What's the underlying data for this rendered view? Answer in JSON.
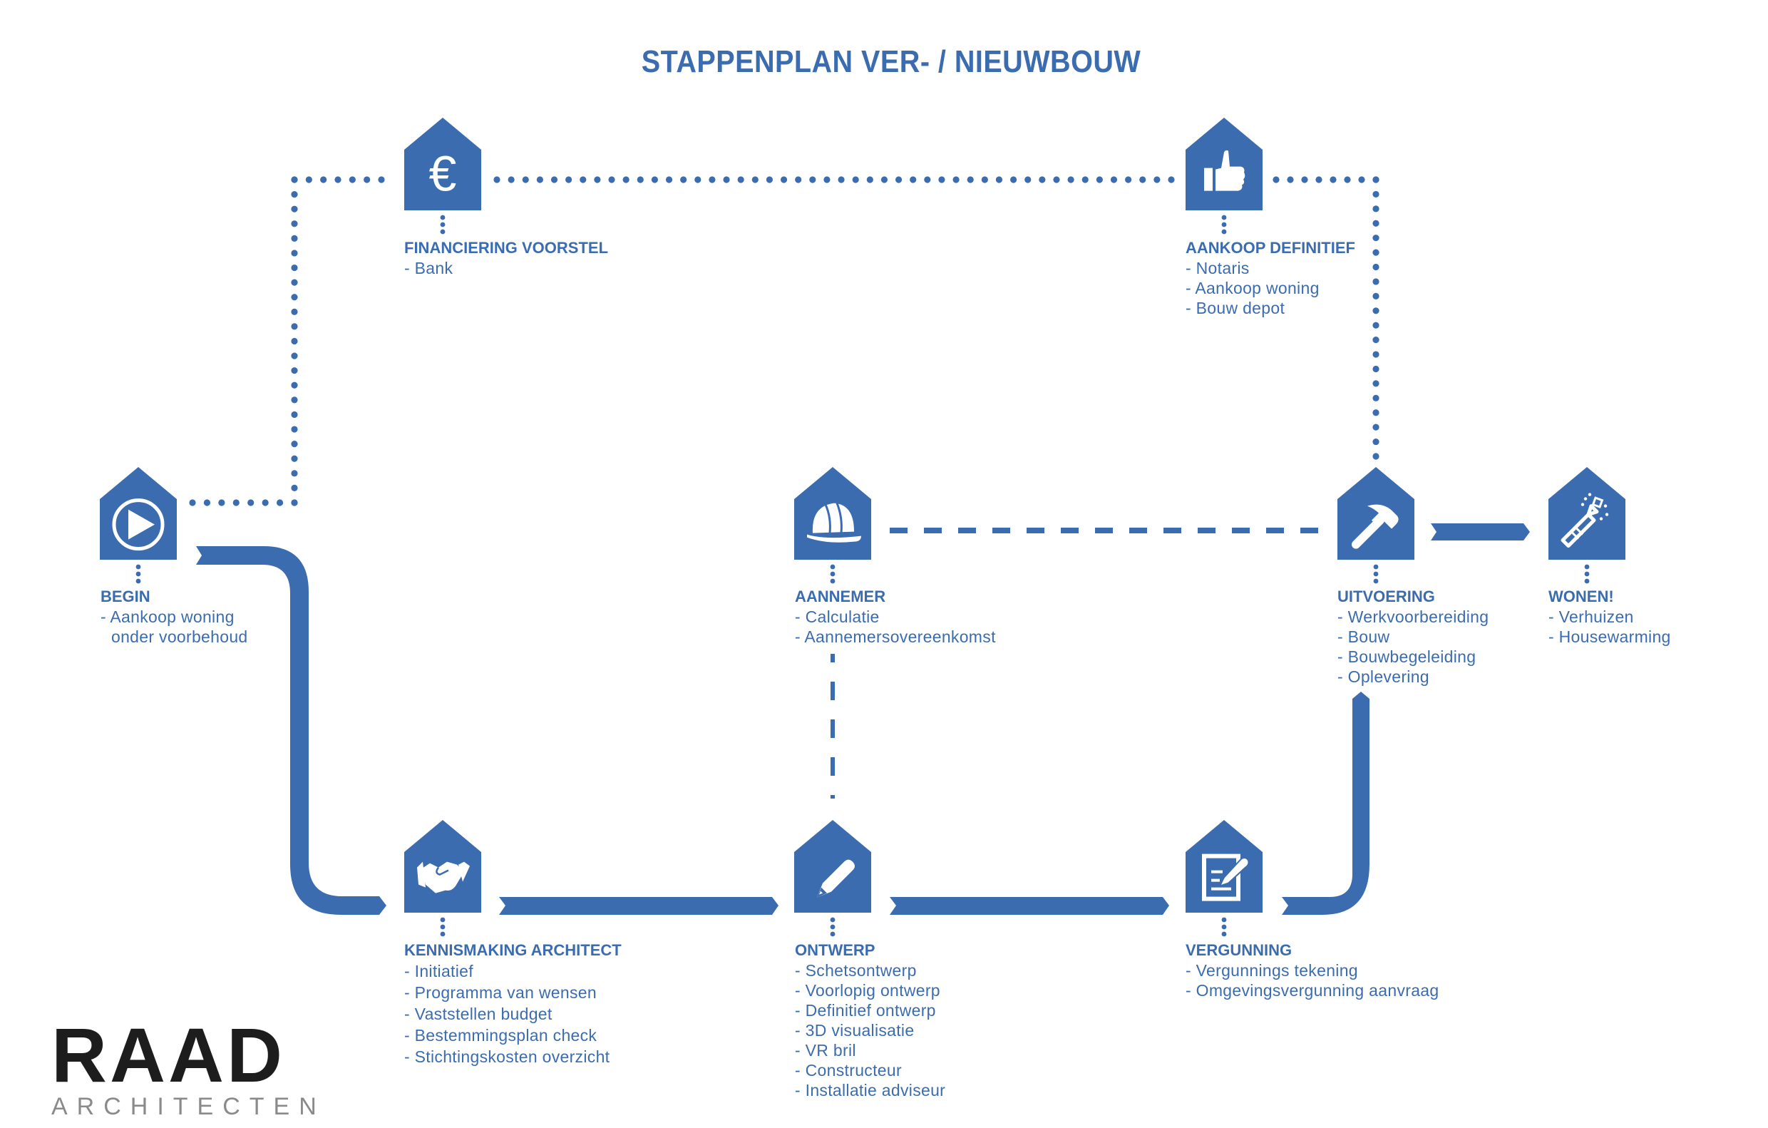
{
  "title": "STAPPENPLAN VER- / NIEUWBOUW",
  "colors": {
    "accent": "#3b6cb0",
    "icon": "#ffffff",
    "logo_dark": "#1d1d1d",
    "logo_grey": "#8a8a8a"
  },
  "steps": [
    {
      "id": "begin",
      "icon": "play-icon",
      "heading": "BEGIN",
      "items": [
        "- Aankoop woning",
        "onder voorbehoud"
      ]
    },
    {
      "id": "financiering",
      "icon": "euro-icon",
      "heading": "FINANCIERING VOORSTEL",
      "items": [
        "- Bank"
      ]
    },
    {
      "id": "aankoop",
      "icon": "thumbs-up-icon",
      "heading": "AANKOOP DEFINITIEF",
      "items": [
        "- Notaris",
        "- Aankoop woning",
        "- Bouw depot"
      ]
    },
    {
      "id": "aannemer",
      "icon": "hard-hat-icon",
      "heading": "AANNEMER",
      "items": [
        "- Calculatie",
        "- Aannemersovereenkomst"
      ]
    },
    {
      "id": "uitvoering",
      "icon": "hammer-icon",
      "heading": "UITVOERING",
      "items": [
        "- Werkvoorbereiding",
        "- Bouw",
        "- Bouwbegeleiding",
        "- Oplevering"
      ]
    },
    {
      "id": "wonen",
      "icon": "champagne-icon",
      "heading": "WONEN!",
      "items": [
        "- Verhuizen",
        "- Housewarming"
      ]
    },
    {
      "id": "kennismaking",
      "icon": "handshake-icon",
      "heading": "KENNISMAKING ARCHITECT",
      "items": [
        "- Initiatief",
        "- Programma van wensen",
        "- Vaststellen budget",
        "- Bestemmingsplan check",
        "- Stichtingskosten overzicht"
      ]
    },
    {
      "id": "ontwerp",
      "icon": "pencil-icon",
      "heading": "ONTWERP",
      "items": [
        "- Schetsontwerp",
        "- Voorlopig ontwerp",
        "- Definitief ontwerp",
        "- 3D visualisatie",
        "- VR bril",
        "- Constructeur",
        "- Installatie adviseur"
      ]
    },
    {
      "id": "vergunning",
      "icon": "permit-document-icon",
      "heading": "VERGUNNING",
      "items": [
        "- Vergunnings tekening",
        "- Omgevingsvergunning aanvraag"
      ]
    }
  ],
  "logo": {
    "name": "RAAD",
    "subtitle": "ARCHITECTEN"
  }
}
